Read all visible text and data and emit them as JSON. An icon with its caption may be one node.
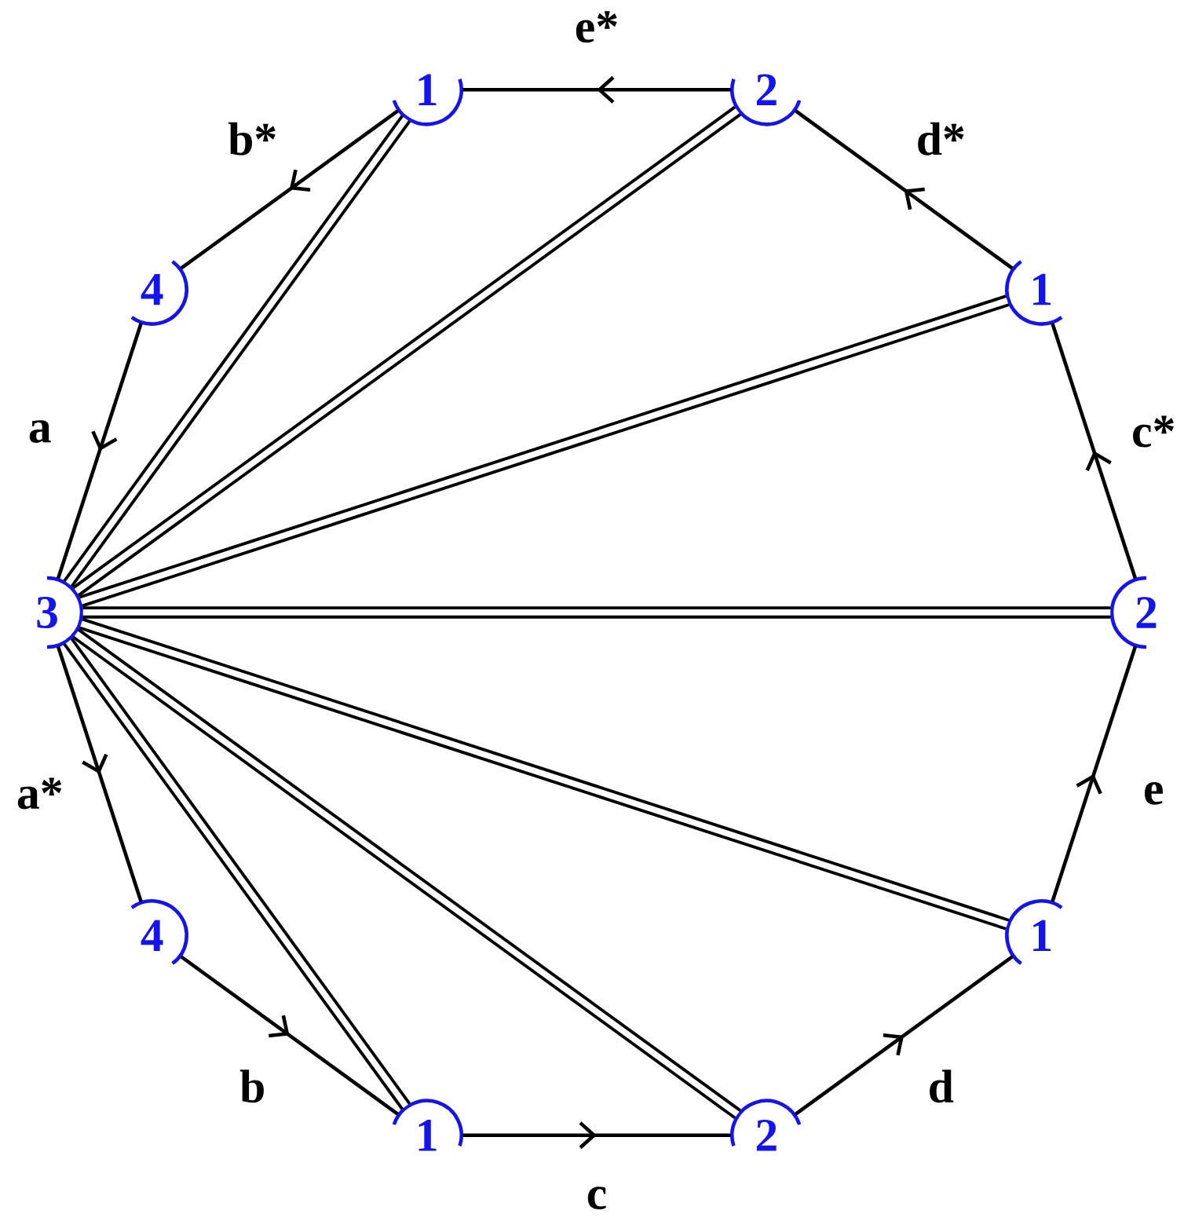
{
  "diagram": {
    "nodes": [
      {
        "text": [
          "1"
        ]
      },
      {
        "text": [
          "2"
        ]
      },
      {
        "text": [
          "4"
        ]
      },
      {
        "text": [
          "1"
        ]
      },
      {
        "text": [
          "3"
        ]
      },
      {
        "text": [
          "2"
        ]
      },
      {
        "text": [
          "4"
        ]
      },
      {
        "text": [
          "1"
        ]
      },
      {
        "text": [
          "1"
        ]
      },
      {
        "text": [
          "2"
        ]
      }
    ],
    "edges": [
      {
        "from": 1,
        "to": 0,
        "arrow": "to",
        "label": "e*"
      },
      {
        "from": 3,
        "to": 1,
        "arrow": "to",
        "label": "d*"
      },
      {
        "from": 0,
        "to": 2,
        "arrow": "to",
        "label": "b*"
      },
      {
        "from": 2,
        "to": 4,
        "arrow": "to",
        "label": "a"
      },
      {
        "from": 5,
        "to": 3,
        "arrow": "to",
        "label": "c*"
      },
      {
        "from": 4,
        "to": 6,
        "arrow": "to",
        "label": "a*"
      },
      {
        "from": 7,
        "to": 5,
        "arrow": "to",
        "label": "e"
      },
      {
        "from": 6,
        "to": 8,
        "arrow": "to",
        "label": "b"
      },
      {
        "from": 9,
        "to": 7,
        "arrow": "to",
        "label": "d"
      },
      {
        "from": 8,
        "to": 9,
        "arrow": "to",
        "label": "c"
      },
      {
        "from": 4,
        "to": 0,
        "arrow": "none",
        "style": "thick"
      },
      {
        "from": 4,
        "to": 1,
        "arrow": "none",
        "style": "thick"
      },
      {
        "from": 4,
        "to": 3,
        "arrow": "none",
        "style": "thick"
      },
      {
        "from": 4,
        "to": 5,
        "arrow": "none",
        "style": "thick"
      },
      {
        "from": 4,
        "to": 7,
        "arrow": "none",
        "style": "thick"
      },
      {
        "from": 4,
        "to": 9,
        "arrow": "none",
        "style": "thick"
      },
      {
        "from": 4,
        "to": 8,
        "arrow": "none",
        "style": "thick"
      }
    ]
  }
}
